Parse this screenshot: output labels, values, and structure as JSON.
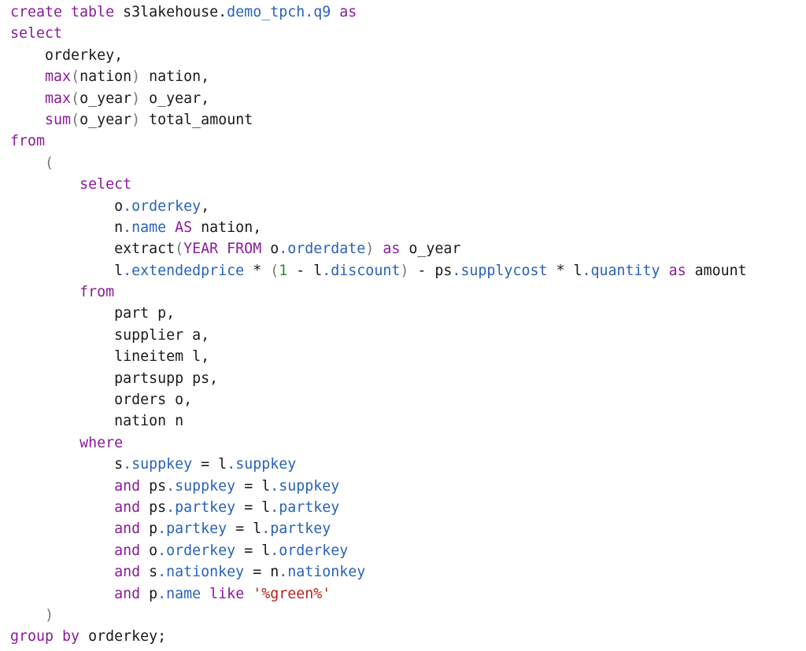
{
  "editor": {
    "lines": [
      [
        {
          "t": "create table ",
          "k": "kw"
        },
        {
          "t": "s3lakehouse.",
          "k": "id"
        },
        {
          "t": "demo_tpch",
          "k": "field"
        },
        {
          "t": ".",
          "k": "field"
        },
        {
          "t": "q9",
          "k": "field"
        },
        {
          "t": " ",
          "k": "ws"
        },
        {
          "t": "as",
          "k": "kw"
        }
      ],
      [
        {
          "t": "select",
          "k": "kw"
        }
      ],
      [
        {
          "t": "    ",
          "k": "ws"
        },
        {
          "t": "orderkey,",
          "k": "id"
        }
      ],
      [
        {
          "t": "    ",
          "k": "ws"
        },
        {
          "t": "max",
          "k": "fn"
        },
        {
          "t": "(",
          "k": "paren"
        },
        {
          "t": "nation",
          "k": "id"
        },
        {
          "t": ")",
          "k": "paren"
        },
        {
          "t": " nation,",
          "k": "id"
        }
      ],
      [
        {
          "t": "    ",
          "k": "ws"
        },
        {
          "t": "max",
          "k": "fn"
        },
        {
          "t": "(",
          "k": "paren"
        },
        {
          "t": "o_year",
          "k": "id"
        },
        {
          "t": ")",
          "k": "paren"
        },
        {
          "t": " o_year,",
          "k": "id"
        }
      ],
      [
        {
          "t": "    ",
          "k": "ws"
        },
        {
          "t": "sum",
          "k": "fn"
        },
        {
          "t": "(",
          "k": "paren"
        },
        {
          "t": "o_year",
          "k": "id"
        },
        {
          "t": ")",
          "k": "paren"
        },
        {
          "t": " total_amount",
          "k": "id"
        }
      ],
      [
        {
          "t": "from",
          "k": "kw"
        }
      ],
      [
        {
          "t": "    ",
          "k": "ws"
        },
        {
          "t": "(",
          "k": "paren"
        }
      ],
      [
        {
          "t": "        ",
          "k": "ws"
        },
        {
          "t": "select",
          "k": "kw"
        }
      ],
      [
        {
          "t": "            ",
          "k": "ws"
        },
        {
          "t": "o",
          "k": "id"
        },
        {
          "t": ".orderkey",
          "k": "field"
        },
        {
          "t": ",",
          "k": "punc"
        }
      ],
      [
        {
          "t": "            ",
          "k": "ws"
        },
        {
          "t": "n",
          "k": "id"
        },
        {
          "t": ".name",
          "k": "field"
        },
        {
          "t": " ",
          "k": "ws"
        },
        {
          "t": "AS",
          "k": "kw"
        },
        {
          "t": " nation,",
          "k": "id"
        }
      ],
      [
        {
          "t": "            ",
          "k": "ws"
        },
        {
          "t": "extract",
          "k": "id"
        },
        {
          "t": "(",
          "k": "paren"
        },
        {
          "t": "YEAR FROM",
          "k": "kw"
        },
        {
          "t": " o",
          "k": "id"
        },
        {
          "t": ".orderdate",
          "k": "field"
        },
        {
          "t": ")",
          "k": "paren"
        },
        {
          "t": " ",
          "k": "ws"
        },
        {
          "t": "as",
          "k": "kw"
        },
        {
          "t": " o_year",
          "k": "id"
        }
      ],
      [
        {
          "t": "            ",
          "k": "ws"
        },
        {
          "t": "l",
          "k": "id"
        },
        {
          "t": ".extendedprice",
          "k": "field"
        },
        {
          "t": " * ",
          "k": "punc"
        },
        {
          "t": "(",
          "k": "paren"
        },
        {
          "t": "1",
          "k": "num"
        },
        {
          "t": " - l",
          "k": "id"
        },
        {
          "t": ".discount",
          "k": "field"
        },
        {
          "t": ")",
          "k": "paren"
        },
        {
          "t": " - ps",
          "k": "id"
        },
        {
          "t": ".supplycost",
          "k": "field"
        },
        {
          "t": " * l",
          "k": "id"
        },
        {
          "t": ".quantity",
          "k": "field"
        },
        {
          "t": " ",
          "k": "ws"
        },
        {
          "t": "as",
          "k": "kw"
        },
        {
          "t": " amount",
          "k": "id"
        }
      ],
      [
        {
          "t": "        ",
          "k": "ws"
        },
        {
          "t": "from",
          "k": "kw"
        }
      ],
      [
        {
          "t": "            ",
          "k": "ws"
        },
        {
          "t": "part p,",
          "k": "id"
        }
      ],
      [
        {
          "t": "            ",
          "k": "ws"
        },
        {
          "t": "supplier a,",
          "k": "id"
        }
      ],
      [
        {
          "t": "            ",
          "k": "ws"
        },
        {
          "t": "lineitem l,",
          "k": "id"
        }
      ],
      [
        {
          "t": "            ",
          "k": "ws"
        },
        {
          "t": "partsupp ps,",
          "k": "id"
        }
      ],
      [
        {
          "t": "            ",
          "k": "ws"
        },
        {
          "t": "orders o,",
          "k": "id"
        }
      ],
      [
        {
          "t": "            ",
          "k": "ws"
        },
        {
          "t": "nation n",
          "k": "id"
        }
      ],
      [
        {
          "t": "        ",
          "k": "ws"
        },
        {
          "t": "where",
          "k": "kw"
        }
      ],
      [
        {
          "t": "            ",
          "k": "ws"
        },
        {
          "t": "s",
          "k": "id"
        },
        {
          "t": ".suppkey",
          "k": "field"
        },
        {
          "t": " = l",
          "k": "id"
        },
        {
          "t": ".suppkey",
          "k": "field"
        }
      ],
      [
        {
          "t": "            ",
          "k": "ws"
        },
        {
          "t": "and",
          "k": "kw"
        },
        {
          "t": " ps",
          "k": "id"
        },
        {
          "t": ".suppkey",
          "k": "field"
        },
        {
          "t": " = l",
          "k": "id"
        },
        {
          "t": ".suppkey",
          "k": "field"
        }
      ],
      [
        {
          "t": "            ",
          "k": "ws"
        },
        {
          "t": "and",
          "k": "kw"
        },
        {
          "t": " ps",
          "k": "id"
        },
        {
          "t": ".partkey",
          "k": "field"
        },
        {
          "t": " = l",
          "k": "id"
        },
        {
          "t": ".partkey",
          "k": "field"
        }
      ],
      [
        {
          "t": "            ",
          "k": "ws"
        },
        {
          "t": "and",
          "k": "kw"
        },
        {
          "t": " p",
          "k": "id"
        },
        {
          "t": ".partkey",
          "k": "field"
        },
        {
          "t": " = l",
          "k": "id"
        },
        {
          "t": ".partkey",
          "k": "field"
        }
      ],
      [
        {
          "t": "            ",
          "k": "ws"
        },
        {
          "t": "and",
          "k": "kw"
        },
        {
          "t": " o",
          "k": "id"
        },
        {
          "t": ".orderkey",
          "k": "field"
        },
        {
          "t": " = l",
          "k": "id"
        },
        {
          "t": ".orderkey",
          "k": "field"
        }
      ],
      [
        {
          "t": "            ",
          "k": "ws"
        },
        {
          "t": "and",
          "k": "kw"
        },
        {
          "t": " s",
          "k": "id"
        },
        {
          "t": ".nationkey",
          "k": "field"
        },
        {
          "t": " = n",
          "k": "id"
        },
        {
          "t": ".nationkey",
          "k": "field"
        }
      ],
      [
        {
          "t": "            ",
          "k": "ws"
        },
        {
          "t": "and",
          "k": "kw"
        },
        {
          "t": " p",
          "k": "id"
        },
        {
          "t": ".name",
          "k": "field"
        },
        {
          "t": " ",
          "k": "ws"
        },
        {
          "t": "like",
          "k": "kw"
        },
        {
          "t": " ",
          "k": "ws"
        },
        {
          "t": "'%green%'",
          "k": "str"
        }
      ],
      [
        {
          "t": "    ",
          "k": "ws"
        },
        {
          "t": ")",
          "k": "paren"
        }
      ],
      [
        {
          "t": "group by",
          "k": "kw"
        },
        {
          "t": " orderkey;",
          "k": "id"
        }
      ]
    ]
  }
}
